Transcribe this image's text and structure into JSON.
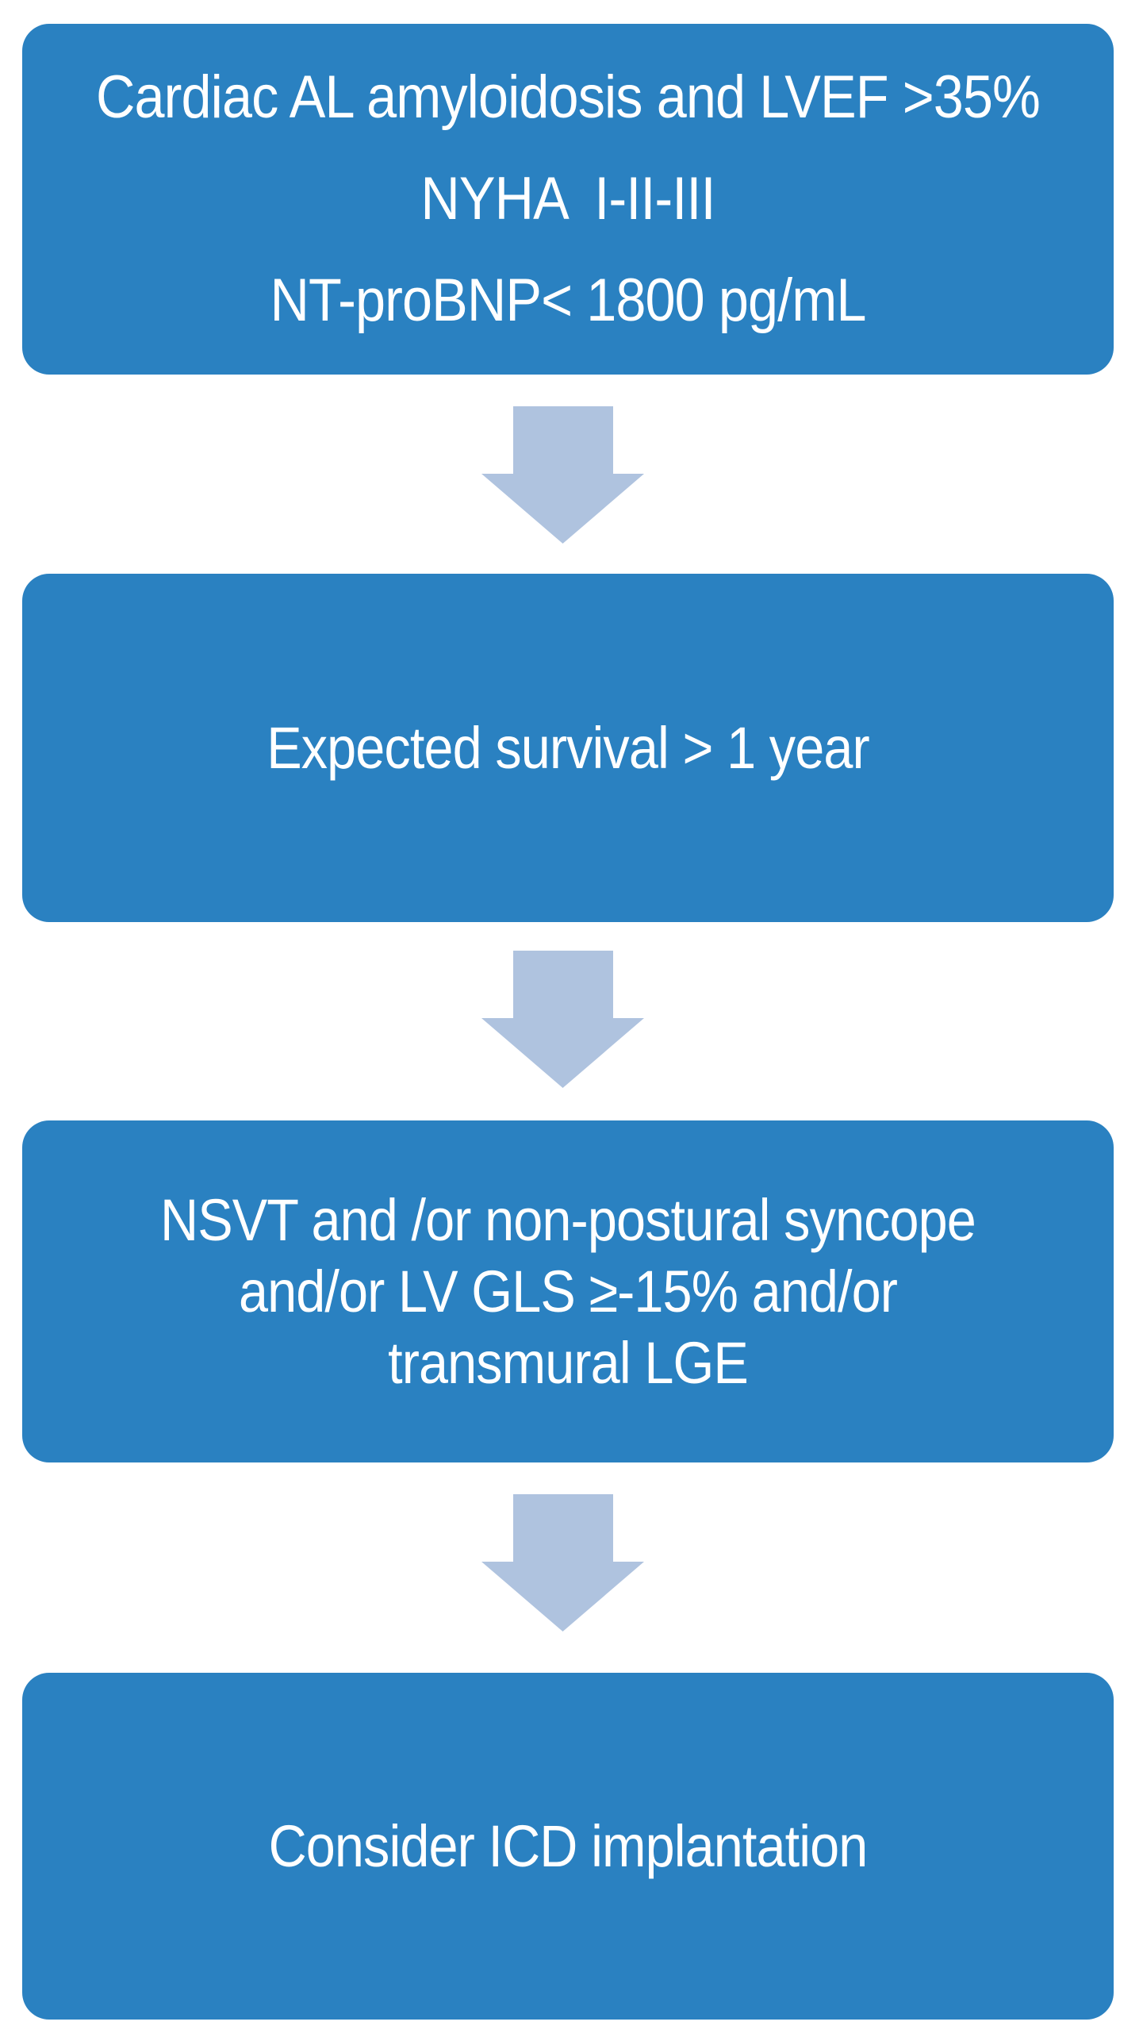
{
  "flowchart": {
    "title": "ICD implantation decision flowchart for cardiac AL amyloidosis",
    "colors": {
      "box_fill": "#2A81C1",
      "arrow_fill": "#AFC3DF",
      "text": "#FFFFFF",
      "background": "#FFFFFF"
    },
    "boxes": [
      {
        "id": "eligibility-criteria",
        "lines": [
          "Cardiac AL amyloidosis and LVEF >35%",
          "NYHA  I-II-III",
          "NT-proBNP< 1800 pg/mL"
        ]
      },
      {
        "id": "expected-survival",
        "lines": [
          "Expected survival > 1 year"
        ]
      },
      {
        "id": "risk-markers",
        "lines": [
          "NSVT and /or non-postural syncope",
          "and/or LV GLS ≥-15% and/or",
          "transmural LGE"
        ]
      },
      {
        "id": "outcome",
        "lines": [
          "Consider ICD implantation"
        ]
      }
    ],
    "arrows": [
      {
        "id": "arrow-1",
        "direction": "down"
      },
      {
        "id": "arrow-2",
        "direction": "down"
      },
      {
        "id": "arrow-3",
        "direction": "down"
      }
    ]
  }
}
